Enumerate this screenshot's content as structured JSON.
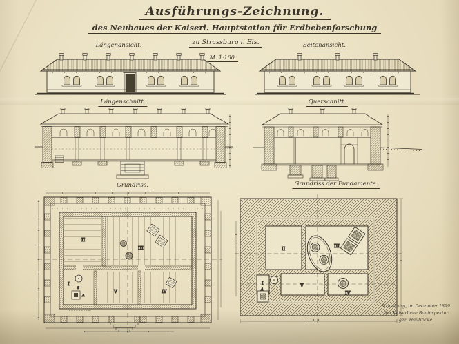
{
  "header": {
    "title": "Ausführungs-Zeichnung.",
    "subtitle": "des Neubaues der Kaiserl. Hauptstation für Erdbebenforschung",
    "location": "zu Strassburg i. Els.",
    "scale": "M. 1:100."
  },
  "panels": {
    "laengenansicht": {
      "label": "Längenansicht."
    },
    "seitenansicht": {
      "label": "Seitenansicht."
    },
    "laengenschnitt": {
      "label": "Längenschnitt."
    },
    "querschnitt": {
      "label": "Querschnitt."
    },
    "grundriss": {
      "label": "Grundriss."
    },
    "fundamente": {
      "label": "Grundriss der Fundamente."
    }
  },
  "rooms": {
    "i": "I",
    "ii": "II",
    "iii": "III",
    "iv": "IV",
    "v": "V",
    "a": "A",
    "s": "S"
  },
  "signature": {
    "line1": "Strassburg, im December 1899.",
    "line2": "Der Kaiserliche Bauinspektor.",
    "line3": "gez. Häubricke."
  },
  "colors": {
    "paper": "#ece3c6",
    "paper_edge": "#d0c29c",
    "ink": "#3a342b",
    "ink_light": "#857c64",
    "dark_fill": "#46402f"
  }
}
